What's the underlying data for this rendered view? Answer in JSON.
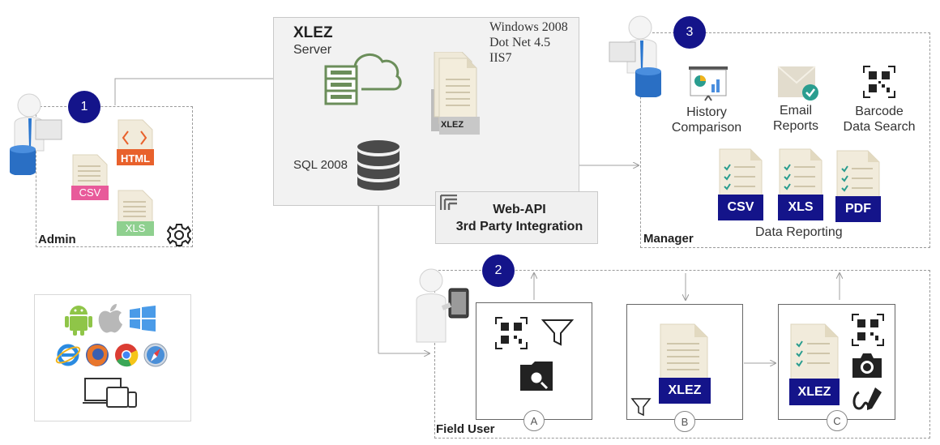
{
  "server": {
    "title": "XLEZ",
    "subtitle": "Server",
    "specs": [
      "Windows 2008",
      "Dot Net 4.5",
      "IIS7"
    ],
    "doc_label": "XLEZ",
    "sql_label": "SQL 2008"
  },
  "webapi": {
    "line1": "Web-API",
    "line2": "3rd Party Integration"
  },
  "admin": {
    "badge": "1",
    "label": "Admin",
    "files": {
      "html": "HTML",
      "csv": "CSV",
      "xls": "XLS"
    }
  },
  "manager": {
    "badge": "3",
    "label": "Manager",
    "features": [
      {
        "line1": "History",
        "line2": "Comparison"
      },
      {
        "line1": "Email",
        "line2": "Reports"
      },
      {
        "line1": "Barcode",
        "line2": "Data Search"
      }
    ],
    "reports": [
      "CSV",
      "XLS",
      "PDF"
    ],
    "reporting_label": "Data Reporting"
  },
  "field": {
    "badge": "2",
    "label": "Field User",
    "panels": [
      {
        "letter": "A"
      },
      {
        "letter": "B",
        "tag": "XLEZ"
      },
      {
        "letter": "C",
        "tag": "XLEZ"
      }
    ]
  },
  "platforms": {
    "icons": [
      "android-icon",
      "apple-icon",
      "windows-icon",
      "internet-explorer-icon",
      "firefox-icon",
      "chrome-icon",
      "safari-icon",
      "devices-icon"
    ]
  },
  "colors": {
    "navy": "#14148a",
    "server_green": "#6b8e5a",
    "html_orange": "#e8612c",
    "csv_pink": "#e85a9a",
    "xls_green": "#8fd08f",
    "check_teal": "#2a9d8f"
  }
}
